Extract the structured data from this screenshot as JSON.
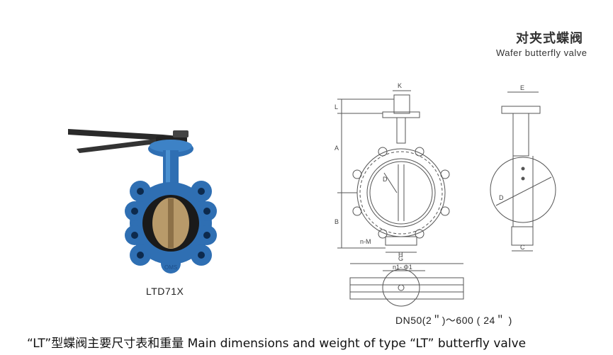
{
  "header": {
    "title_cn": "对夹式蝶阀",
    "title_en": "Wafer butterfly valve"
  },
  "product": {
    "model": "LTD71X"
  },
  "drawing": {
    "dimension_labels": {
      "K": "K",
      "L": "L",
      "A": "A",
      "B": "B",
      "D_front": "D",
      "n_M": "n-M",
      "H": "H",
      "G": "G",
      "n1_phi1": "n1- Φ1",
      "E": "E",
      "D_side": "D",
      "C": "C"
    },
    "size_range": "DN50(2＂)～600 ( 24＂ )"
  },
  "footer": {
    "caption": "“LT”型蝶阀主要尺寸表和重量  Main dimensions and weight of type “LT” butterfly valve"
  },
  "colors": {
    "valve_body": "#2f6fb3",
    "valve_body_dark": "#1d4f8a",
    "disc": "#b89a6a",
    "handle": "#2a2a2a",
    "line_drawing": "#555555"
  }
}
